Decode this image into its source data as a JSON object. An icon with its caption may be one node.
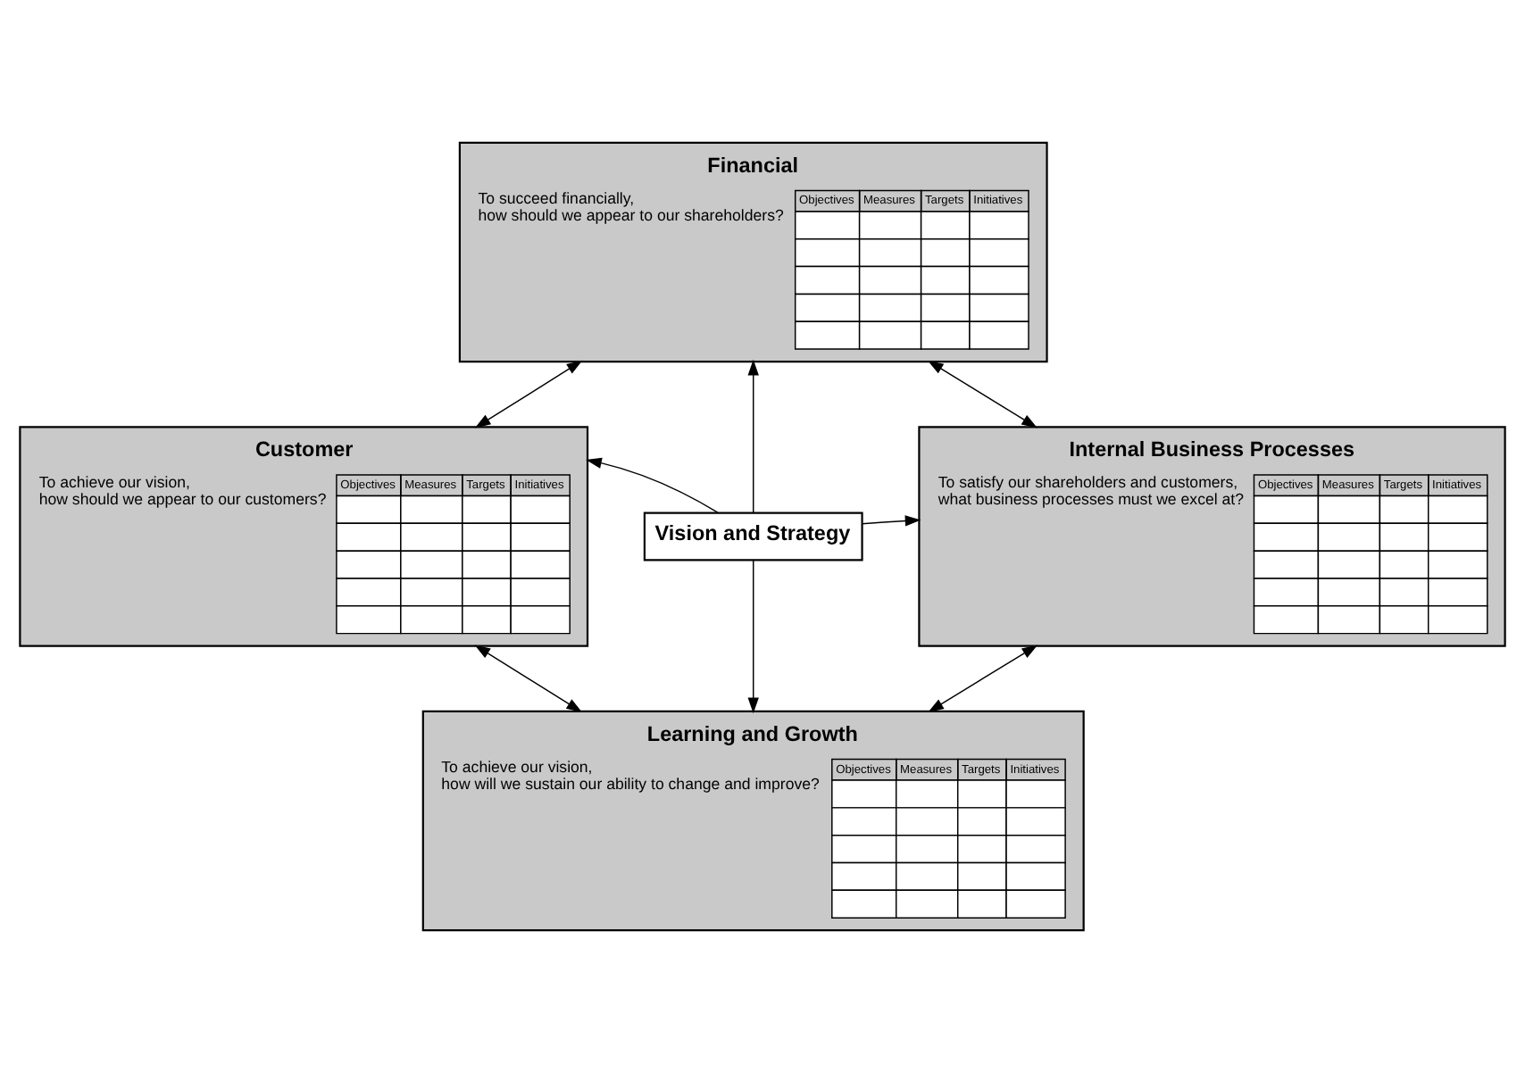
{
  "diagram": {
    "nodes": [
      {
        "text": [
          "Financial",
          "To succeed financially, how should we appear to our shareholders?",
          "Objectives",
          "Measures",
          "Targets",
          "Initiatives"
        ]
      },
      {
        "text": [
          "Customer",
          "To achieve our vision, how should we appear to our customers?",
          "Objectives",
          "Measures",
          "Targets",
          "Initiatives"
        ]
      },
      {
        "text": [
          "Vision and Strategy"
        ]
      },
      {
        "text": [
          "Internal Business Processes",
          "To satisfy our shareholders and customers, what business processes must we excel at?",
          "Objectives",
          "Measures",
          "Targets",
          "Initiatives"
        ]
      },
      {
        "text": [
          "Learning and Growth",
          "To achieve our vision, how will we sustain our ability to change and improve?",
          "Objectives",
          "Measures",
          "Targets",
          "Initiatives"
        ]
      }
    ],
    "edges": [
      {
        "from": 0,
        "to": 1,
        "arrow": "both"
      },
      {
        "from": 0,
        "to": 3,
        "arrow": "both"
      },
      {
        "from": 2,
        "to": 0,
        "arrow": "to"
      },
      {
        "from": 2,
        "to": 1,
        "arrow": "to"
      },
      {
        "from": 2,
        "to": 3,
        "arrow": "to"
      },
      {
        "from": 2,
        "to": 4,
        "arrow": "to"
      },
      {
        "from": 1,
        "to": 4,
        "arrow": "both"
      },
      {
        "from": 3,
        "to": 4,
        "arrow": "both"
      }
    ]
  }
}
